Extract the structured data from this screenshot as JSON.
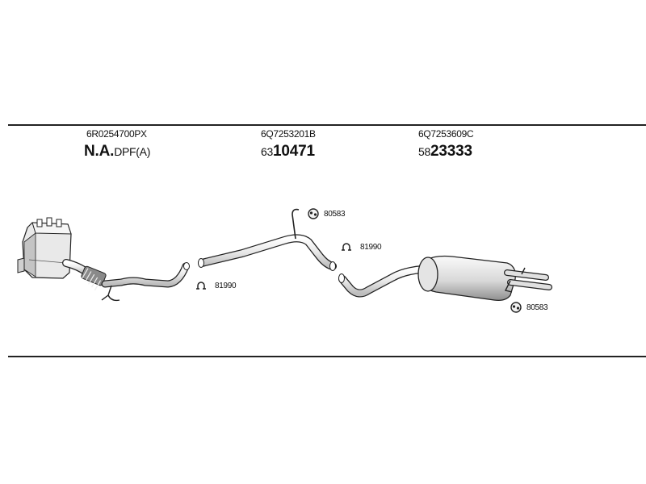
{
  "parts": [
    {
      "part_number": "6R0254700PX",
      "code_prefix": "N.A.",
      "code_number": "DPF(A)"
    },
    {
      "part_number": "6Q7253201B",
      "code_prefix": "63",
      "code_number": "10471"
    },
    {
      "part_number": "6Q7253609C",
      "code_prefix": "58",
      "code_number": "23333"
    }
  ],
  "callouts": [
    {
      "label": "80583",
      "icon": "rubber-mount-icon"
    },
    {
      "label": "81990",
      "icon": "pipe-clamp-icon"
    },
    {
      "label": "81990",
      "icon": "pipe-clamp-icon"
    },
    {
      "label": "80583",
      "icon": "rubber-mount-icon"
    }
  ],
  "colors": {
    "line": "#222222",
    "fill_light": "#f2f2f2",
    "fill_mid": "#d8d8d8",
    "fill_dark": "#9a9a9a"
  }
}
